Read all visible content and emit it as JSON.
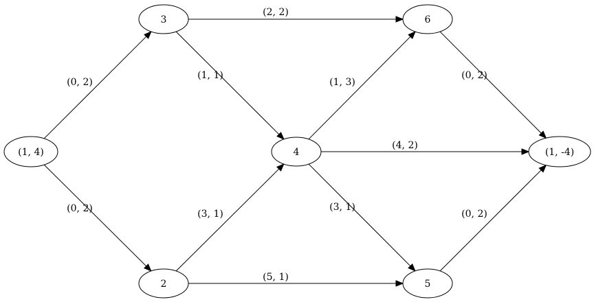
{
  "nodes": [
    {
      "id": "src",
      "label": "(1, 4)"
    },
    {
      "id": "n3",
      "label": "3"
    },
    {
      "id": "n2",
      "label": "2"
    },
    {
      "id": "n4",
      "label": "4"
    },
    {
      "id": "n6",
      "label": "6"
    },
    {
      "id": "n5",
      "label": "5"
    },
    {
      "id": "sink",
      "label": "(1, -4)"
    }
  ],
  "edges": [
    {
      "id": "src-n3",
      "from": "src",
      "to": "n3",
      "label": "(0, 2)"
    },
    {
      "id": "src-n2",
      "from": "src",
      "to": "n2",
      "label": "(0, 2)"
    },
    {
      "id": "n3-n6",
      "from": "n3",
      "to": "n6",
      "label": "(2, 2)"
    },
    {
      "id": "n3-n4",
      "from": "n3",
      "to": "n4",
      "label": "(1, 1)"
    },
    {
      "id": "n2-n4",
      "from": "n2",
      "to": "n4",
      "label": "(3, 1)"
    },
    {
      "id": "n2-n5",
      "from": "n2",
      "to": "n5",
      "label": "(5, 1)"
    },
    {
      "id": "n4-n6",
      "from": "n4",
      "to": "n6",
      "label": "(1, 3)"
    },
    {
      "id": "n4-sink",
      "from": "n4",
      "to": "sink",
      "label": "(4, 2)"
    },
    {
      "id": "n4-n5",
      "from": "n4",
      "to": "n5",
      "label": "(3, 1)"
    },
    {
      "id": "n6-sink",
      "from": "n6",
      "to": "sink",
      "label": "(0, 2)"
    },
    {
      "id": "n5-sink",
      "from": "n5",
      "to": "sink",
      "label": "(0, 2)"
    }
  ]
}
